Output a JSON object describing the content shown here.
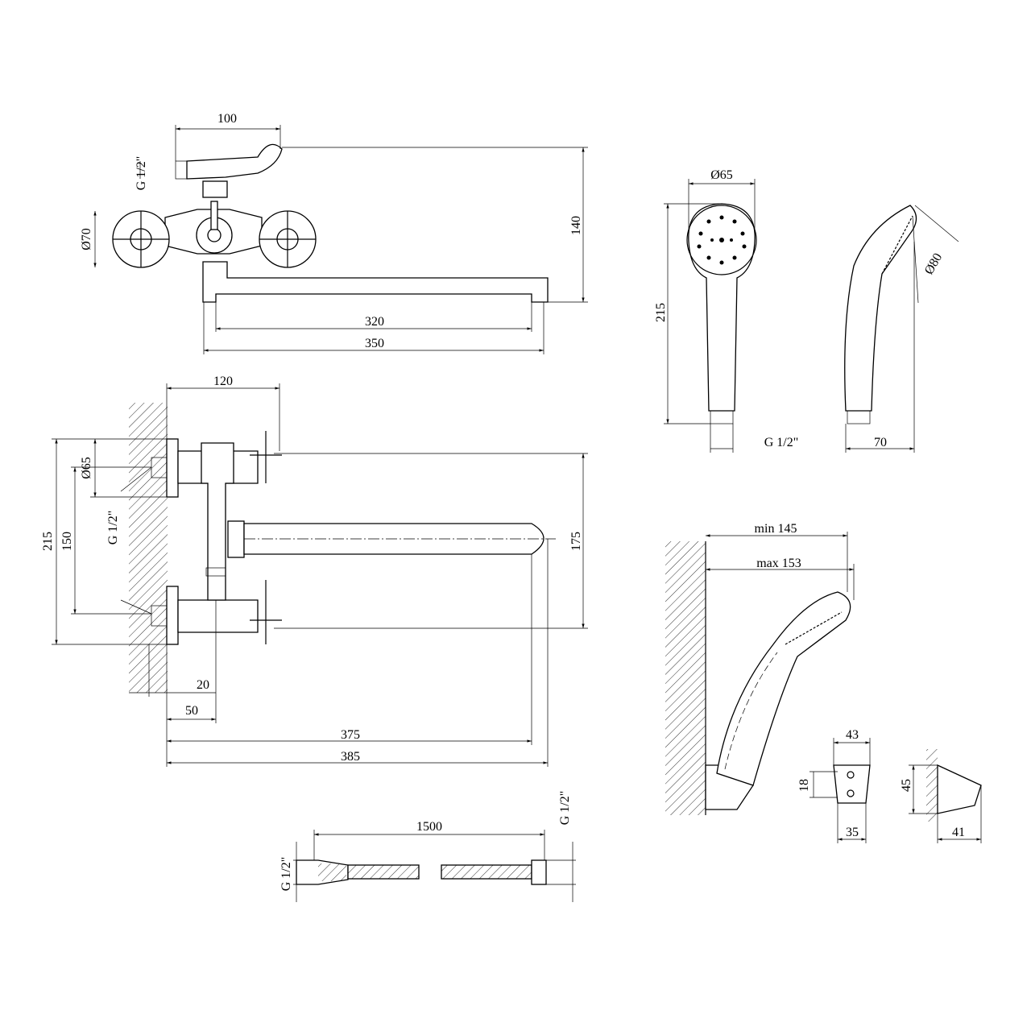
{
  "top_view": {
    "width": "100",
    "inlet": "G 1/2\"",
    "handle_diameter": "Ø70",
    "height": "140",
    "spout_reach": "320",
    "total_length": "350"
  },
  "shower_head": {
    "head_diameter": "Ø65",
    "length": "215",
    "thread": "G 1/2\"",
    "side_diameter": "Ø80",
    "side_depth": "70"
  },
  "front_view": {
    "depth": "120",
    "flange_diameter": "Ø65",
    "total_height": "215",
    "center_distance": "150",
    "inlet": "G 1/2\"",
    "handle_span": "175",
    "offset_20": "20",
    "offset_50": "50",
    "spout_reach": "375",
    "total_length": "385"
  },
  "hose": {
    "length": "1500",
    "thread_left": "G 1/2\"",
    "thread_right": "G 1/2\""
  },
  "holder_assembly": {
    "min": "min 145",
    "max": "max 153",
    "holder_width": "43",
    "holder_slot": "18",
    "holder_height": "45",
    "holder_base": "35",
    "holder_depth": "41"
  }
}
